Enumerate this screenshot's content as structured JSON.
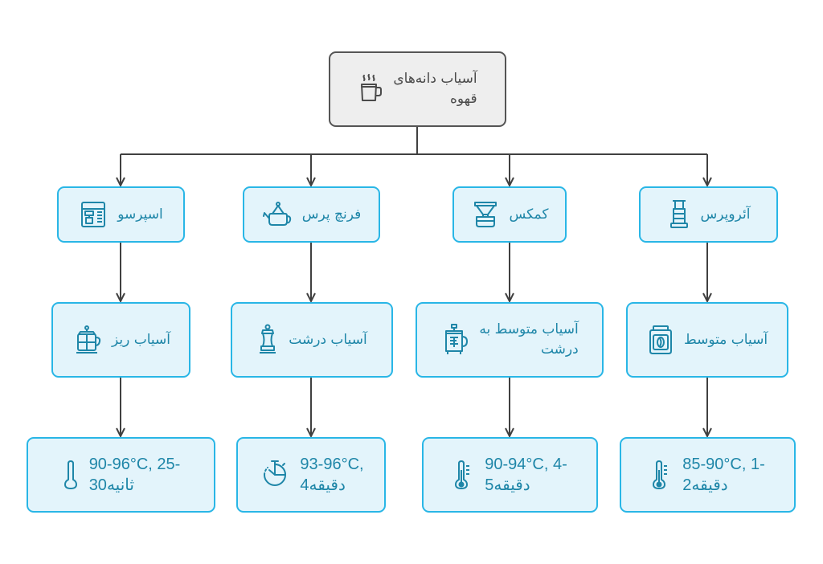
{
  "diagram": {
    "root": {
      "label_line1": "آسیاب دانه‌های",
      "label_line2": "قهوه",
      "icon": "coffee-pot-icon"
    },
    "methods": [
      {
        "label": "اسپرسو",
        "icon": "espresso-machine-icon"
      },
      {
        "label": "فرنچ پرس",
        "icon": "kettle-icon"
      },
      {
        "label": "کمکس",
        "icon": "pour-over-icon"
      },
      {
        "label": "آئروپرس",
        "icon": "aeropress-icon"
      }
    ],
    "grinds": [
      {
        "label_line1": "آسیاب ریز",
        "label_line2": "",
        "icon": "french-press-icon"
      },
      {
        "label_line1": "آسیاب درشت",
        "label_line2": "",
        "icon": "grinder-icon"
      },
      {
        "label_line1": "آسیاب متوسط به",
        "label_line2": "درشت",
        "icon": "press-pot-icon"
      },
      {
        "label_line1": "آسیاب متوسط",
        "label_line2": "",
        "icon": "coffee-jar-icon"
      }
    ],
    "brew": [
      {
        "line1": "90-96°C, 25-",
        "line2": "30ثانیه",
        "icon": "thermometer-icon"
      },
      {
        "line1": "93-96°C,",
        "line2": "4دقیقه",
        "icon": "timer-icon"
      },
      {
        "line1": "90-94°C, 4-",
        "line2": "5دقیقه",
        "icon": "thermometer-icon"
      },
      {
        "line1": "85-90°C, 1-",
        "line2": "2دقیقه",
        "icon": "thermometer-icon"
      }
    ]
  },
  "colors": {
    "node_border": "#29b6e6",
    "node_fill": "#e3f4fb",
    "node_text": "#1e86a8",
    "root_border": "#555555",
    "root_fill": "#eeeeee",
    "connector": "#404040"
  }
}
